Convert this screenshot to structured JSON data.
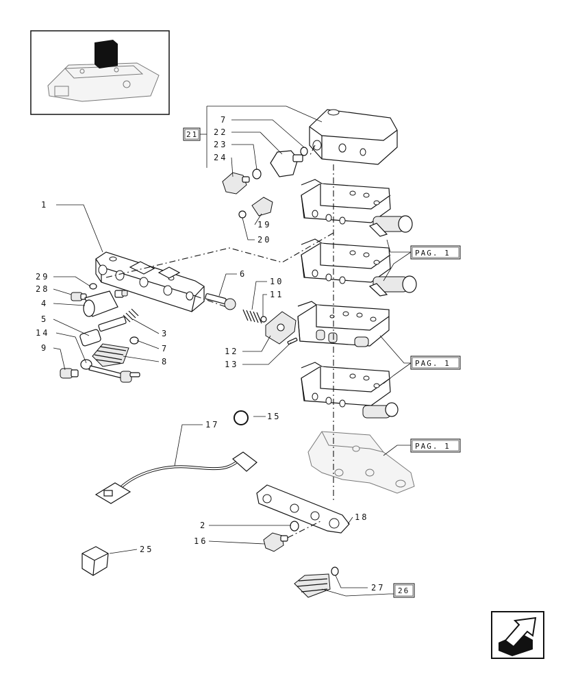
{
  "callouts": [
    {
      "id": "c1",
      "text": "1"
    },
    {
      "id": "c2",
      "text": "2"
    },
    {
      "id": "c3",
      "text": "3"
    },
    {
      "id": "c4",
      "text": "4"
    },
    {
      "id": "c5",
      "text": "5"
    },
    {
      "id": "c6",
      "text": "6"
    },
    {
      "id": "c7a",
      "text": "7"
    },
    {
      "id": "c7b",
      "text": "7"
    },
    {
      "id": "c8",
      "text": "8"
    },
    {
      "id": "c9",
      "text": "9"
    },
    {
      "id": "c10",
      "text": "10"
    },
    {
      "id": "c11",
      "text": "11"
    },
    {
      "id": "c12",
      "text": "12"
    },
    {
      "id": "c13",
      "text": "13"
    },
    {
      "id": "c14",
      "text": "14"
    },
    {
      "id": "c15",
      "text": "15"
    },
    {
      "id": "c16",
      "text": "16"
    },
    {
      "id": "c17",
      "text": "17"
    },
    {
      "id": "c18",
      "text": "18"
    },
    {
      "id": "c19",
      "text": "19"
    },
    {
      "id": "c20",
      "text": "20"
    },
    {
      "id": "c22",
      "text": "22"
    },
    {
      "id": "c23",
      "text": "23"
    },
    {
      "id": "c24",
      "text": "24"
    },
    {
      "id": "c25",
      "text": "25"
    },
    {
      "id": "c27",
      "text": "27"
    },
    {
      "id": "c28",
      "text": "28"
    },
    {
      "id": "c29",
      "text": "29"
    }
  ],
  "boxes": [
    {
      "id": "b21",
      "text": "21"
    },
    {
      "id": "b26",
      "text": "26"
    },
    {
      "id": "pag1",
      "text": "PAG. 1"
    },
    {
      "id": "pag2",
      "text": "PAG. 1"
    },
    {
      "id": "pag3",
      "text": "PAG. 1"
    }
  ],
  "icons": {
    "thumbnail": "overview-thumbnail",
    "nav": "next-page-arrow-icon"
  }
}
